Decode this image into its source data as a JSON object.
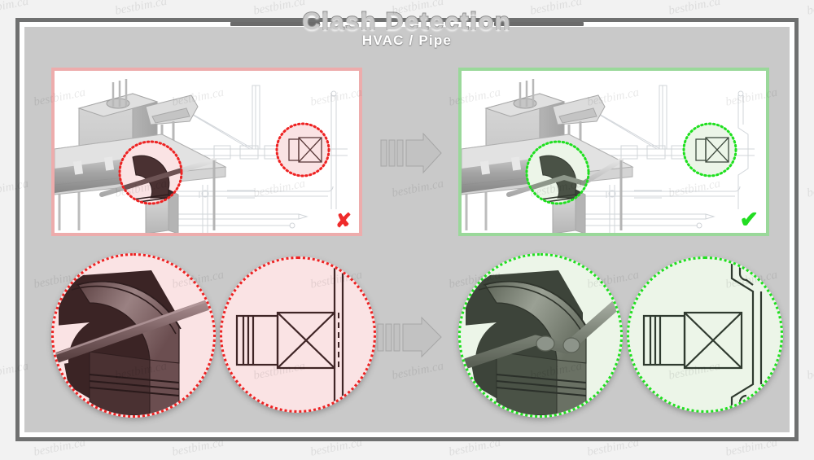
{
  "header": {
    "title": "Clash Detection",
    "subtitle": "HVAC / Pipe"
  },
  "watermark": {
    "text": "bestbim.ca"
  },
  "panels": {
    "clash": {
      "name": "clash-state-view",
      "verdict_icon": "✘",
      "verdict_label": "clash-detected",
      "border_color": "#edacac",
      "highlight_color": "#ee2222",
      "highlight_fill": "#fae3e4",
      "element_color": "#4a3132"
    },
    "fixed": {
      "name": "resolved-state-view",
      "verdict_icon": "✔",
      "verdict_label": "clash-resolved",
      "border_color": "#9ad89a",
      "highlight_color": "#1fe01f",
      "highlight_fill": "#ecf5e8",
      "element_color": "#4a5246"
    }
  },
  "details": {
    "clash_3d": {
      "label": "clash-3d-detail",
      "state": "bad"
    },
    "clash_plan": {
      "label": "clash-plan-detail",
      "state": "bad"
    },
    "fixed_3d": {
      "label": "resolved-3d-detail",
      "state": "good"
    },
    "fixed_plan": {
      "label": "resolved-plan-detail",
      "state": "good"
    }
  },
  "arrows": {
    "top": {
      "label": "transition-arrow-top"
    },
    "bottom": {
      "label": "transition-arrow-bottom"
    }
  },
  "colors": {
    "frame": "#6f7070",
    "stage": "#c9c9c9",
    "arrow_fill": "#c2c2c2",
    "arrow_stroke": "#9a9a9a",
    "red": "#ef2b2b",
    "green": "#22dd22"
  }
}
